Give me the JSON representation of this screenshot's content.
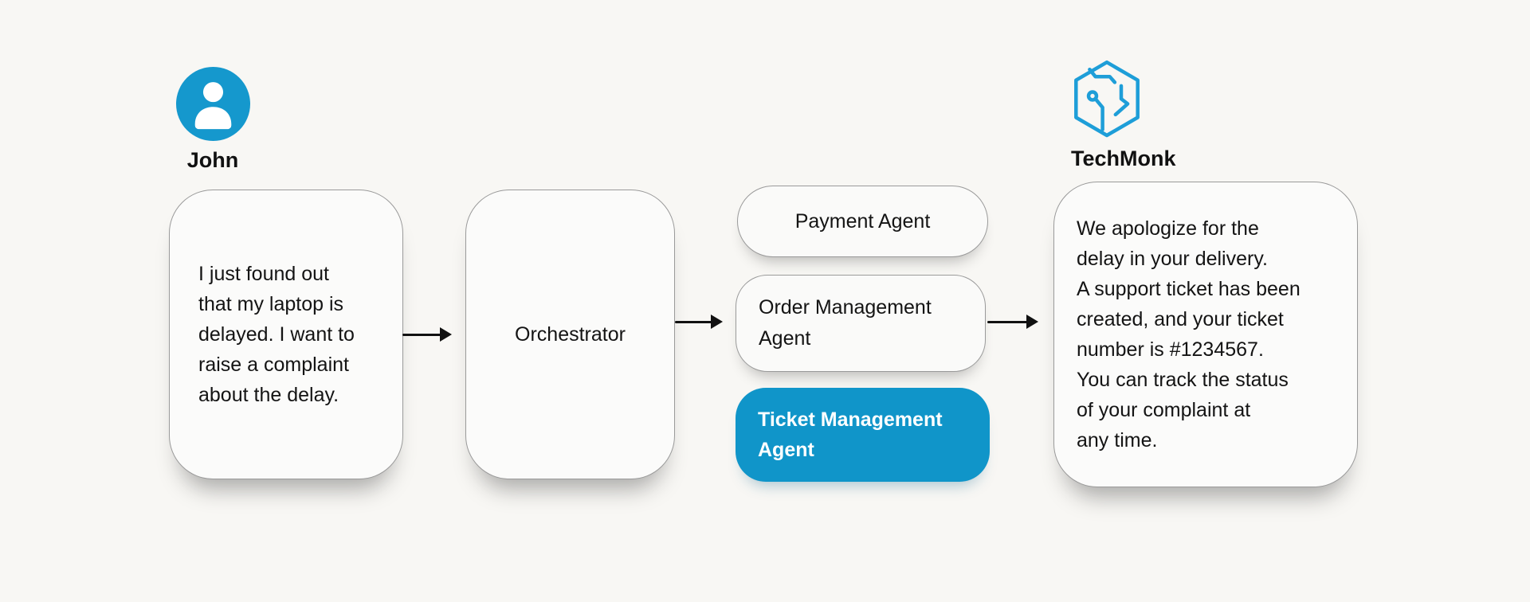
{
  "colors": {
    "background": "#f8f7f4",
    "brand_blue": "#1095c9",
    "logo_blue": "#1e9ed8",
    "box_background": "#fbfbfa",
    "box_border": "#9a9a9a",
    "text": "#141414",
    "arrow": "#111111"
  },
  "user": {
    "name": "John",
    "message": "I just found out\nthat my laptop is\ndelayed. I want to\nraise a complaint\nabout the delay."
  },
  "orchestrator": {
    "label": "Orchestrator"
  },
  "agents": [
    {
      "label": "Payment Agent",
      "active": false
    },
    {
      "label": "Order Management\nAgent",
      "active": false
    },
    {
      "label": "Ticket Management\nAgent",
      "active": true
    }
  ],
  "company": {
    "name": "TechMonk",
    "response": "We apologize for the\ndelay in your delivery.\nA support ticket has been\ncreated, and your ticket\nnumber is #1234567.\nYou can track the status\nof your complaint at\nany time."
  }
}
